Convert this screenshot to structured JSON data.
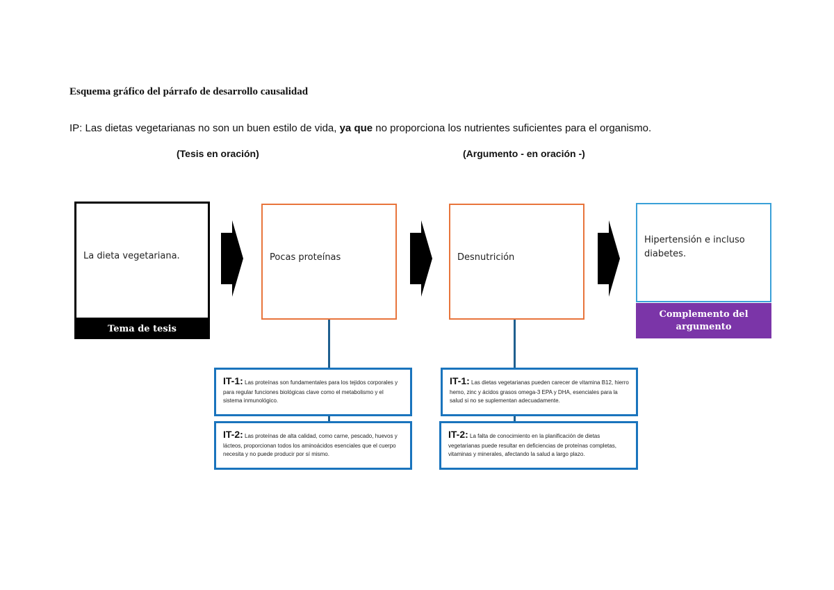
{
  "title": "Esquema gráfico del párrafo de desarrollo causalidad",
  "ip": {
    "prefix": "IP: Las dietas vegetarianas no son un buen estilo de vida, ",
    "bold": "ya que",
    "suffix": " no proporciona los nutrientes suficientes para el organismo."
  },
  "headings": {
    "thesis": "(Tesis en oración)",
    "argument": "(Argumento - en oración -)"
  },
  "boxes": {
    "b1": "La dieta vegetariana.",
    "b2": "Pocas proteínas",
    "b3": "Desnutrición",
    "b4": "Hipertensión e incluso diabetes."
  },
  "labels": {
    "tema": "Tema de tesis",
    "complemento": "Complemento del argumento"
  },
  "it_left": {
    "it1_tag": "IT-1:",
    "it1_text": "Las proteínas son fundamentales para los tejidos corporales y para regular funciones biológicas clave como el metabolismo y el sistema inmunológico.",
    "it2_tag": "IT-2:",
    "it2_text": "Las proteínas de alta calidad, como carne, pescado, huevos y lácteos, proporcionan todos los aminoácidos esenciales que el cuerpo necesita y no puede producir por sí mismo."
  },
  "it_right": {
    "it1_tag": "IT-1:",
    "it1_text": "Las dietas vegetarianas pueden carecer de vitamina B12, hierro hemo, zinc y ácidos grasos omega-3 EPA y DHA, esenciales para la salud si no se suplementan adecuadamente.",
    "it2_tag": "IT-2:",
    "it2_text": "La falta de conocimiento en la planificación de dietas vegetarianas puede resultar en deficiencias de proteínas completas, vitaminas y minerales, afectando la salud a largo plazo."
  },
  "colors": {
    "black": "#000000",
    "orange": "#e8743b",
    "lightblue": "#3aa0d8",
    "purple": "#7b35a8",
    "itblue": "#1a74bd"
  }
}
